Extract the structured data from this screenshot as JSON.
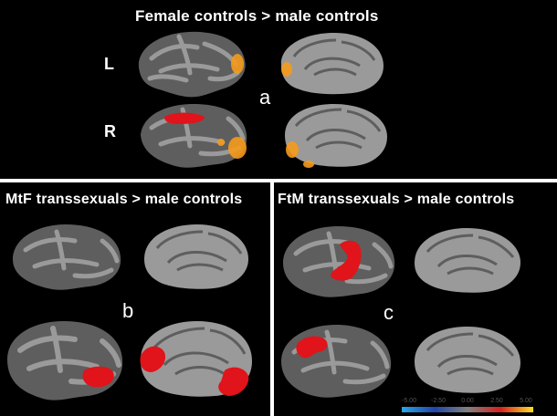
{
  "panel_a": {
    "title": "Female controls > male controls",
    "hemisphere_left_label": "L",
    "hemisphere_right_label": "R",
    "panel_letter": "a"
  },
  "panel_b": {
    "title": "MtF transsexuals > male controls",
    "panel_letter": "b"
  },
  "panel_c": {
    "title": "FtM transsexuals > male controls",
    "panel_letter": "c"
  },
  "colorbar": {
    "ticks": [
      "-5.00",
      "-2.50",
      "0.00",
      "2.50",
      "5.00"
    ],
    "colors": [
      "#2aa6e8",
      "#2244aa",
      "#808080",
      "#d62020",
      "#ffe020"
    ]
  },
  "colors": {
    "cortex_light": "#9a9a9a",
    "cortex_dark": "#5e5e5e",
    "activation_red": "#e0141a",
    "activation_orange": "#f59a1c",
    "background": "#000000",
    "divider": "#ffffff"
  }
}
